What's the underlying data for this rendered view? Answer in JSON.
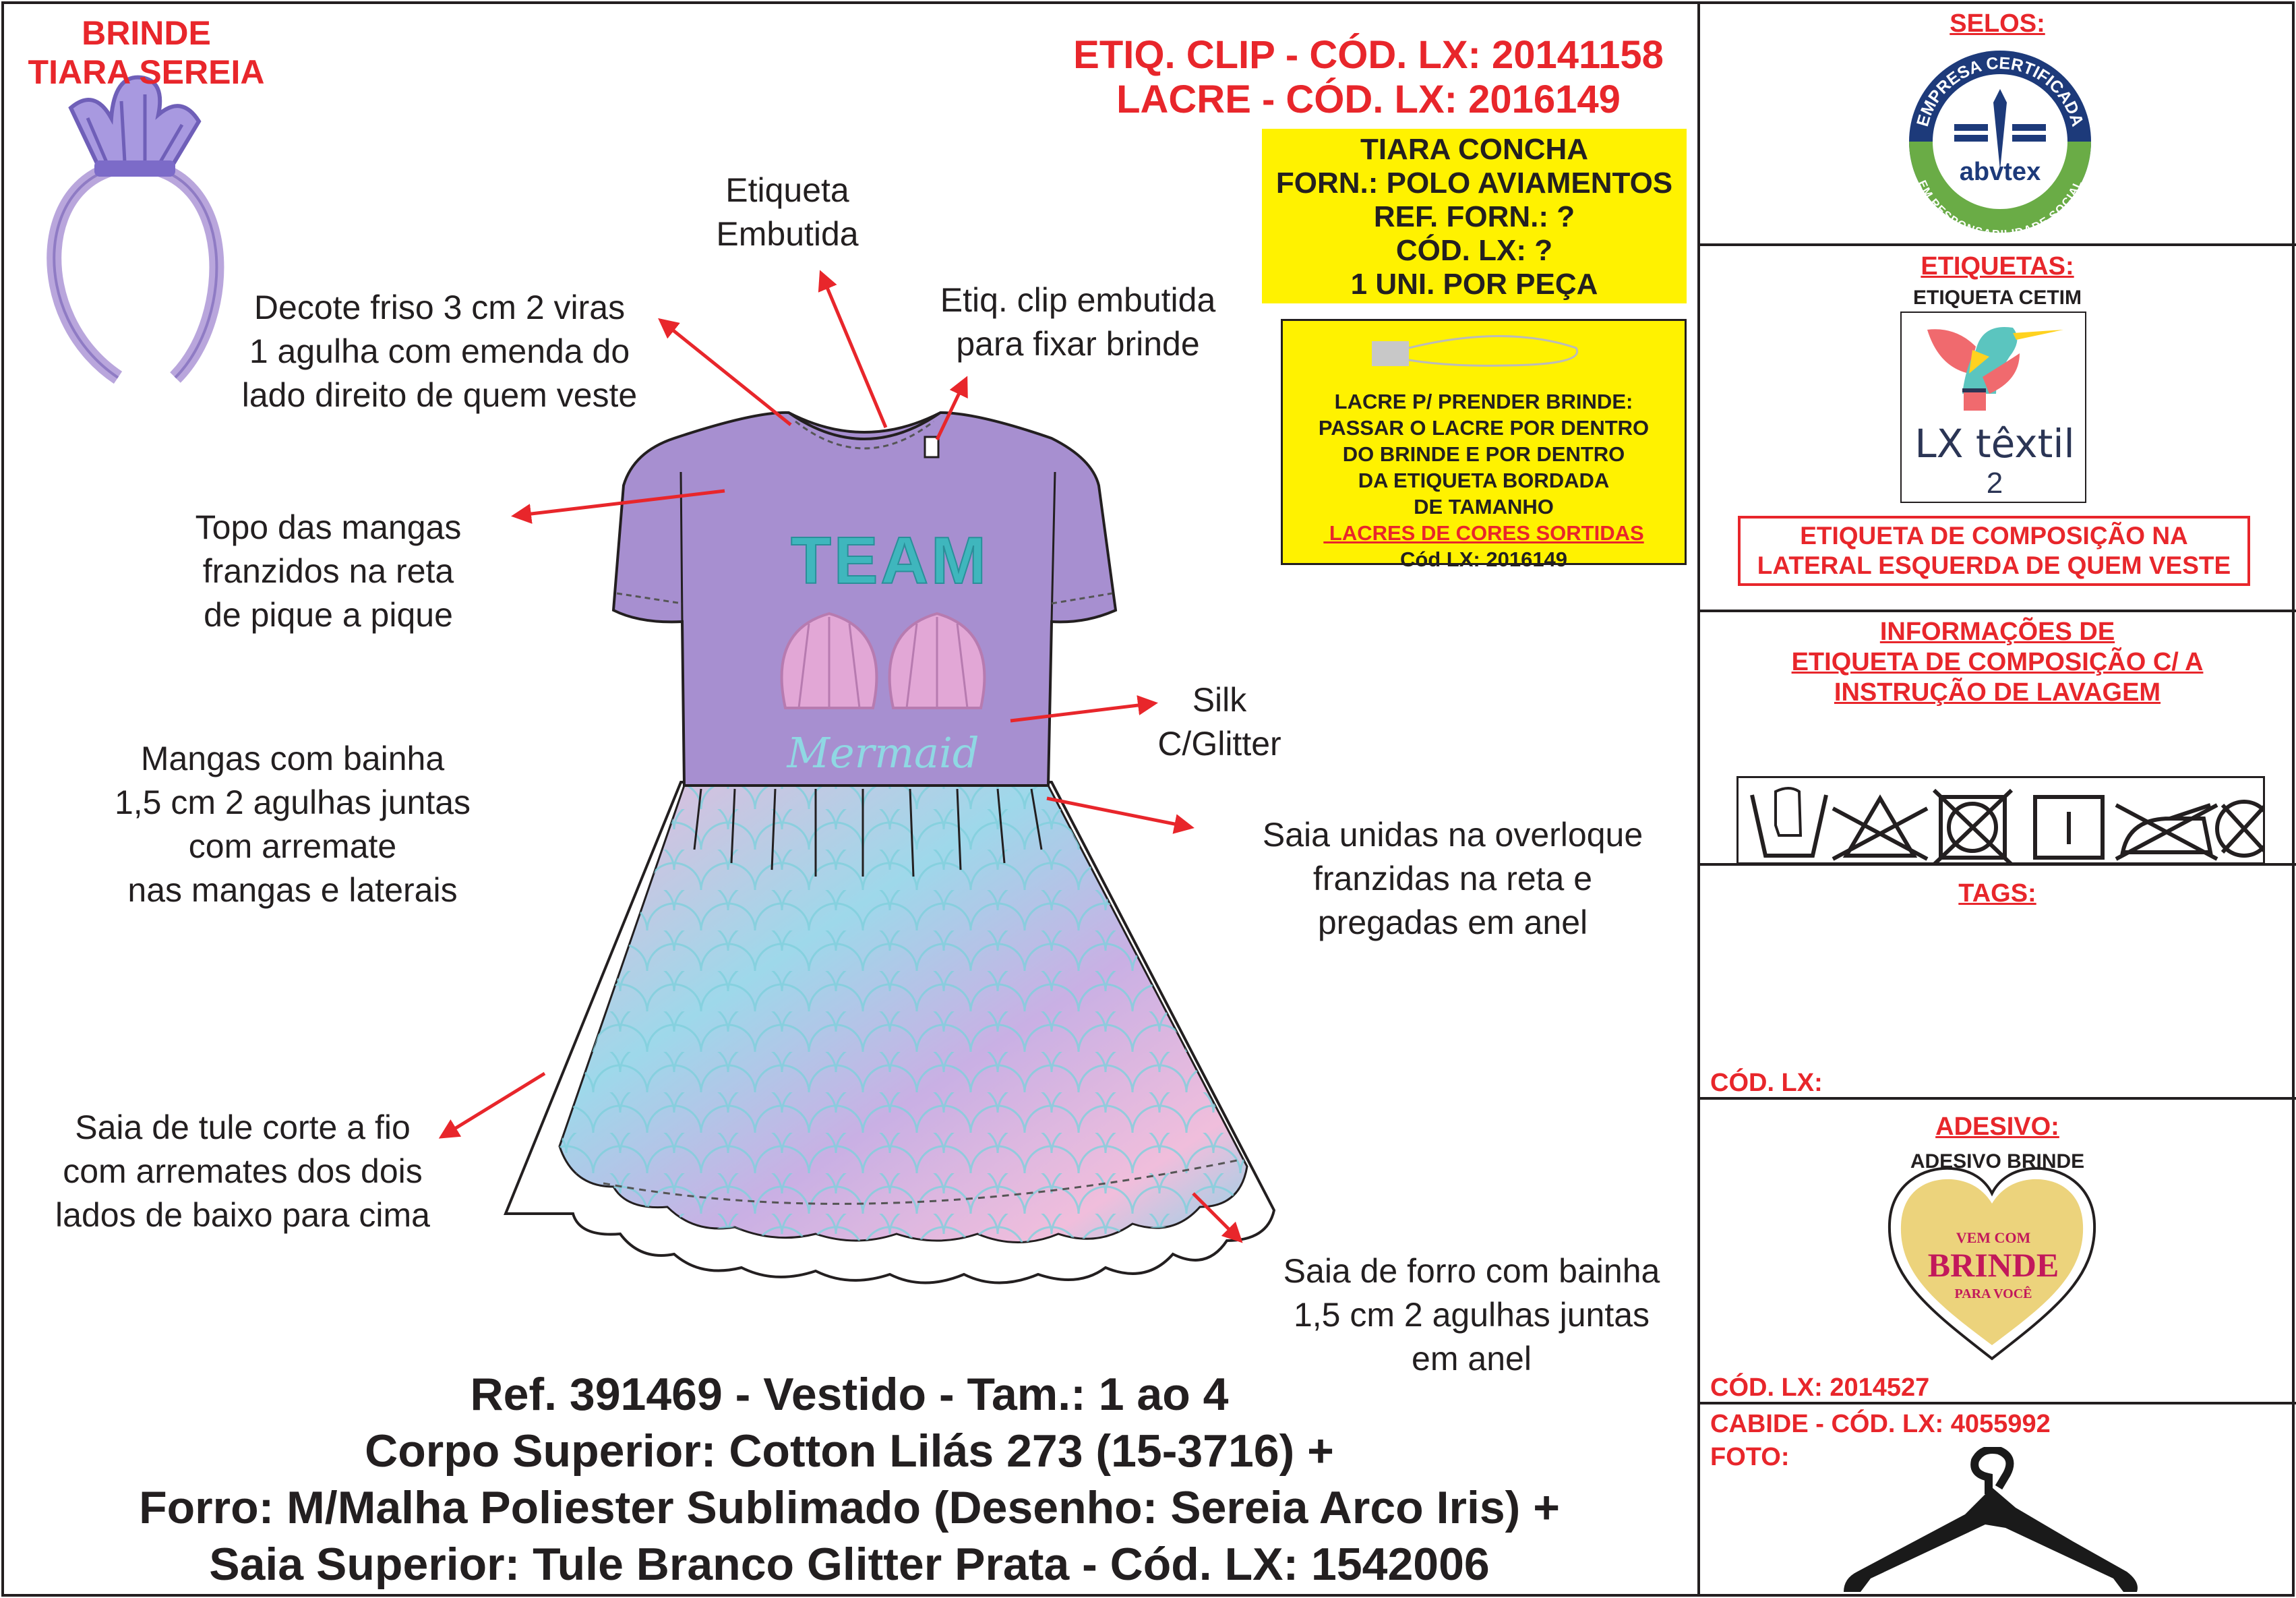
{
  "gift": {
    "title": "BRINDE\nTIARA SEREIA"
  },
  "top_codes": {
    "text": "ETIQ. CLIP - CÓD. LX: 20141158\nLACRE - CÓD. LX: 2016149"
  },
  "tiara_box": {
    "lines": "TIARA CONCHA\nFORN.: POLO AVIAMENTOS\nREF. FORN.: ?\nCÓD. LX: ?\n1 UNI. POR PEÇA"
  },
  "lacre_box": {
    "text": "LACRE P/ PRENDER BRINDE:\nPASSAR O LACRE POR DENTRO\nDO BRINDE E POR DENTRO\nDA ETIQUETA BORDADA\nDE TAMANHO",
    "highlight": " LACRES DE CORES SORTIDAS",
    "code": "Cód LX: 2016149"
  },
  "annotations": {
    "etiqueta": "Etiqueta\nEmbutida",
    "decote": "Decote friso 3 cm 2 viras\n1 agulha com emenda do\nlado direito de quem veste",
    "etiq_clip": "Etiq. clip embutida\npara fixar brinde",
    "topo_mangas": "Topo das mangas\nfranzidos na reta\nde pique a pique",
    "mangas": "Mangas com bainha\n1,5 cm 2 agulhas juntas\ncom arremate\nnas mangas e laterais",
    "silk": "Silk\nC/Glitter",
    "saia_unidas": "Saia unidas na overloque\nfranzidas na reta e\npregadas em anel",
    "saia_tule": "Saia de tule corte a fio\ncom arremates dos dois\nlados de baixo para cima",
    "saia_forro": "Saia de forro com bainha\n1,5 cm 2 agulhas juntas\nem anel"
  },
  "print": {
    "team": "TEAM",
    "mermaid": "Mermaid"
  },
  "title": {
    "text": "Ref. 391469 - Vestido - Tam.: 1 ao 4\nCorpo Superior: Cotton Lilás 273 (15-3716) +\nForro: M/Malha Poliester Sublimado (Desenho: Sereia Arco Iris) +\nSaia Superior: Tule Branco Glitter Prata - Cód. LX: 1542006"
  },
  "panel": {
    "selos": {
      "heading": "SELOS:",
      "seal_top": "EMPRESA CERTIFICADA",
      "seal_bottom": "EM RESPONSABILIDADE SOCIAL",
      "seal_brand": "abvtex"
    },
    "etiquetas": {
      "heading": "ETIQUETAS:",
      "sub": "ETIQUETA CETIM",
      "logo_text": "LX têxtil",
      "logo_num": "2",
      "note": "ETIQUETA DE COMPOSIÇÃO NA\nLATERAL ESQUERDA DE QUEM VESTE"
    },
    "info": {
      "heading": "INFORMAÇÕES DE\nETIQUETA DE COMPOSIÇÃO C/ A\nINSTRUÇÃO DE LAVAGEM",
      "care_icons": [
        "hand-wash-icon",
        "no-bleach-icon",
        "no-tumble-dry-icon",
        "line-dry-icon",
        "no-iron-icon",
        "no-dry-clean-icon"
      ]
    },
    "tags": {
      "heading": "TAGS:",
      "code": "CÓD. LX:"
    },
    "adesivo": {
      "heading": "ADESIVO:",
      "sub": "ADESIVO BRINDE",
      "sticker_1": "VEM COM",
      "sticker_2": "BRINDE",
      "sticker_3": "PARA VOCÊ",
      "code": "CÓD. LX: 2014527"
    },
    "cabide": {
      "code": "CABIDE - CÓD. LX: 4055992",
      "foto": "FOTO:"
    }
  },
  "colors": {
    "red": "#e8262b",
    "yellow": "#fff200",
    "lilac": "#a78fd0",
    "teal": "#4fb3bf"
  }
}
